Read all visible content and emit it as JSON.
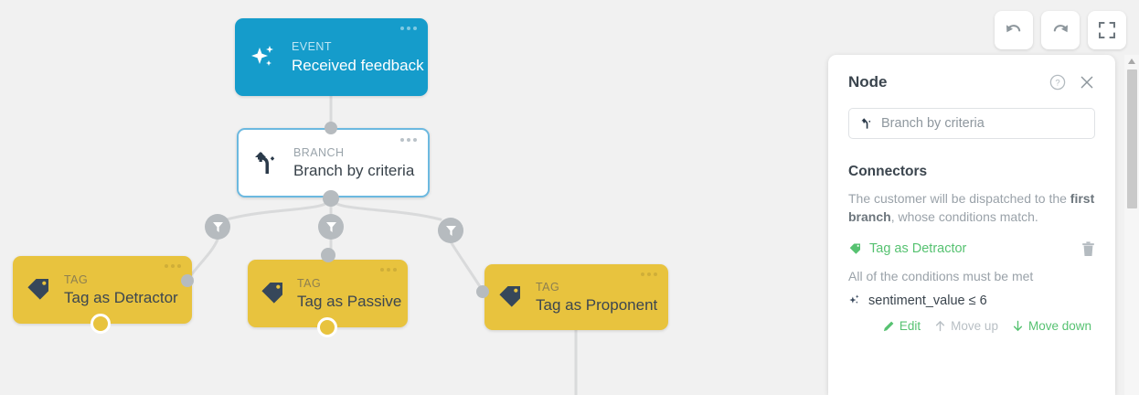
{
  "canvas": {
    "background": "#f1f1f1",
    "nodes": [
      {
        "id": "event-received-feedback",
        "kind": "EVENT",
        "title": "Received feedback",
        "icon": "sparkle-icon",
        "color": "#159ccb",
        "menu": "more-options-icon"
      },
      {
        "id": "branch-by-criteria",
        "kind": "BRANCH",
        "title": "Branch by criteria",
        "icon": "branch-icon",
        "color": "#ffffff",
        "border": "#6cb9e0",
        "menu": "more-options-icon"
      },
      {
        "id": "tag-as-detractor",
        "kind": "TAG",
        "title": "Tag as Detractor",
        "icon": "tag-icon",
        "color": "#e8c33e",
        "menu": "more-options-icon"
      },
      {
        "id": "tag-as-passive",
        "kind": "TAG",
        "title": "Tag as Passive",
        "icon": "tag-icon",
        "color": "#e8c33e",
        "menu": "more-options-icon"
      },
      {
        "id": "tag-as-proponent",
        "kind": "TAG",
        "title": "Tag as Proponent",
        "icon": "tag-icon",
        "color": "#e8c33e",
        "menu": "more-options-icon"
      }
    ],
    "edge_badges": [
      {
        "id": "filter-badge-left",
        "icon": "filter-icon"
      },
      {
        "id": "filter-badge-middle",
        "icon": "filter-icon"
      },
      {
        "id": "filter-badge-right",
        "icon": "filter-icon"
      }
    ]
  },
  "toolbar": {
    "buttons": [
      {
        "id": "undo",
        "icon": "undo-icon"
      },
      {
        "id": "redo",
        "icon": "redo-icon"
      },
      {
        "id": "fullscreen",
        "icon": "fullscreen-icon"
      }
    ]
  },
  "panel": {
    "title": "Node",
    "help_icon": "help-circle-icon",
    "close_icon": "close-icon",
    "name_field": {
      "value": "Branch by criteria",
      "icon": "branch-icon"
    },
    "connectors": {
      "title": "Connectors",
      "description_part1": "The customer will be dispatched to the ",
      "description_bold": "first branch",
      "description_part2": ", whose conditions match.",
      "items": [
        {
          "name": "Tag as Detractor",
          "icon": "tag-icon",
          "color": "#56c271",
          "delete_icon": "trash-icon",
          "conditions_label": "All of the conditions must be met",
          "conditions": [
            {
              "icon": "sparkle-icon",
              "text": "sentiment_value ≤ 6"
            }
          ],
          "actions": [
            {
              "id": "edit",
              "label": "Edit",
              "icon": "pencil-icon",
              "enabled": true
            },
            {
              "id": "move-up",
              "label": "Move up",
              "icon": "arrow-up-icon",
              "enabled": false
            },
            {
              "id": "move-down",
              "label": "Move down",
              "icon": "arrow-down-icon",
              "enabled": true
            }
          ]
        }
      ]
    }
  },
  "scrollbar": {
    "up_icon": "caret-up-icon"
  }
}
